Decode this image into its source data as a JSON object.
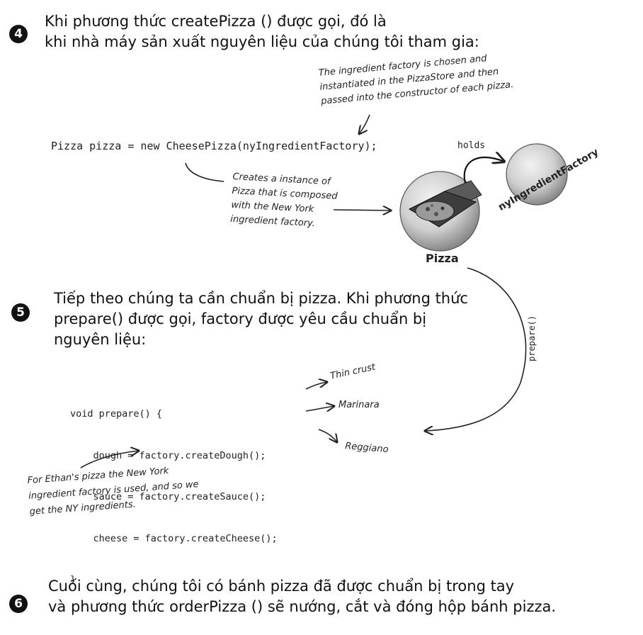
{
  "steps": [
    {
      "number": "4",
      "lines": [
        "Khi phương thức createPizza () được gọi, đó là",
        "khi nhà máy sản xuất nguyên liệu của chúng tôi tham gia:"
      ]
    },
    {
      "number": "5",
      "lines": [
        "Tiếp theo chúng ta cần chuẩn bị pizza. Khi phương thức",
        "prepare() được gọi, factory được yêu cầu chuẩn bị",
        "nguyên liệu:"
      ]
    },
    {
      "number": "6",
      "lines": [
        "Cuối cùng, chúng tôi có bánh pizza đã được chuẩn bị trong tay",
        "và phương thức orderPizza () sẽ nướng, cắt và đóng hộp bánh pizza."
      ]
    }
  ],
  "code_create": "Pizza pizza = new CheesePizza(nyIngredientFactory);",
  "note_factory": [
    "The ingredient factory is chosen and",
    "instantiated in the PizzaStore and then",
    "passed into the constructor of each pizza."
  ],
  "note_instance": [
    "Creates a instance of",
    "Pizza that is composed",
    "with the New York",
    "ingredient factory."
  ],
  "label_holds": "holds",
  "label_pizza": "Pizza",
  "label_factory": "nyIngredientFactory",
  "label_prepare": "prepare()",
  "code_prepare": [
    "void prepare() {",
    "    dough = factory.createDough();",
    "    sauce = factory.createSauce();",
    "    cheese = factory.createCheese();",
    "}"
  ],
  "ingredients": [
    "Thin crust",
    "Marinara",
    "Reggiano"
  ],
  "note_ethan": [
    "For Ethan's pizza the New York",
    "ingredient factory is used, and so we",
    "get the NY ingredients."
  ]
}
